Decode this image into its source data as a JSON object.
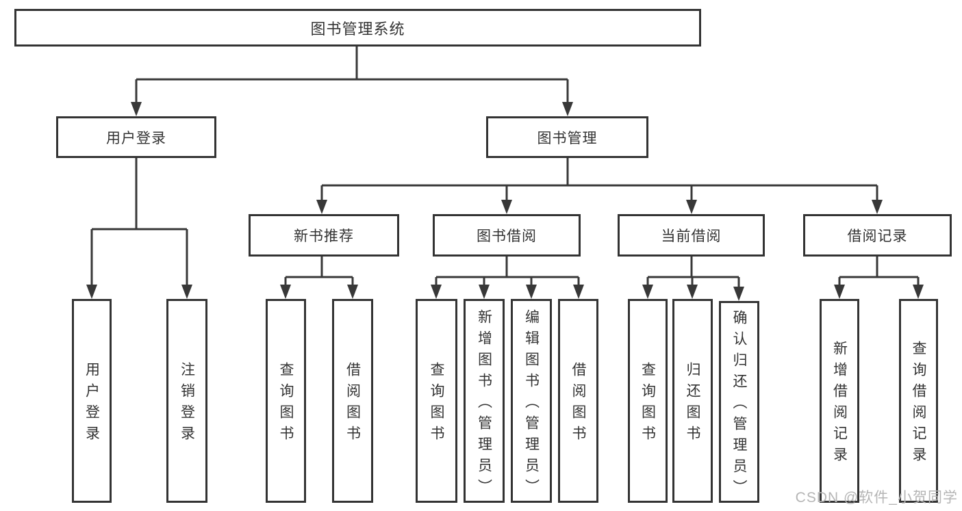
{
  "diagram": {
    "root": {
      "label": "图书管理系统"
    },
    "level2": [
      {
        "id": "user-login",
        "label": "用户登录"
      },
      {
        "id": "book-management",
        "label": "图书管理"
      }
    ],
    "level3": [
      {
        "id": "new-book-recommend",
        "label": "新书推荐"
      },
      {
        "id": "book-borrowing",
        "label": "图书借阅"
      },
      {
        "id": "current-borrowing",
        "label": "当前借阅"
      },
      {
        "id": "borrowing-records",
        "label": "借阅记录"
      }
    ],
    "leaves": {
      "user_login": [
        "用户登录",
        "注销登录"
      ],
      "new_book_recommend": [
        "查询图书",
        "借阅图书"
      ],
      "book_borrowing": [
        "查询图书",
        "新增图书（管理员）",
        "编辑图书（管理员）",
        "借阅图书"
      ],
      "current_borrowing": [
        "查询图书",
        "归还图书",
        "确认归还（管理员）"
      ],
      "borrowing_records": [
        "新增借阅记录",
        "查询借阅记录"
      ]
    }
  },
  "watermark": "CSDN @软件_小贺同学",
  "colors": {
    "line": "#383838",
    "box_border": "#333333",
    "text": "#333333",
    "watermark": "#b5b5b5",
    "background": "#ffffff"
  }
}
